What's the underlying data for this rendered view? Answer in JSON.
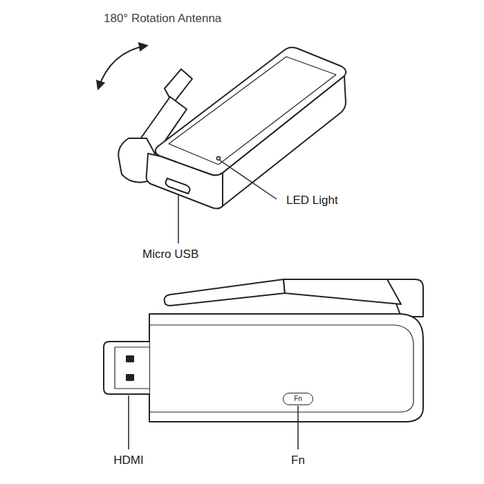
{
  "diagram": {
    "nodes": [
      {
        "text": [
          "Fn"
        ]
      }
    ],
    "labels": [
      "180° Rotation Antenna",
      "LED Light",
      "Micro USB",
      "HDMI",
      "Fn"
    ]
  }
}
